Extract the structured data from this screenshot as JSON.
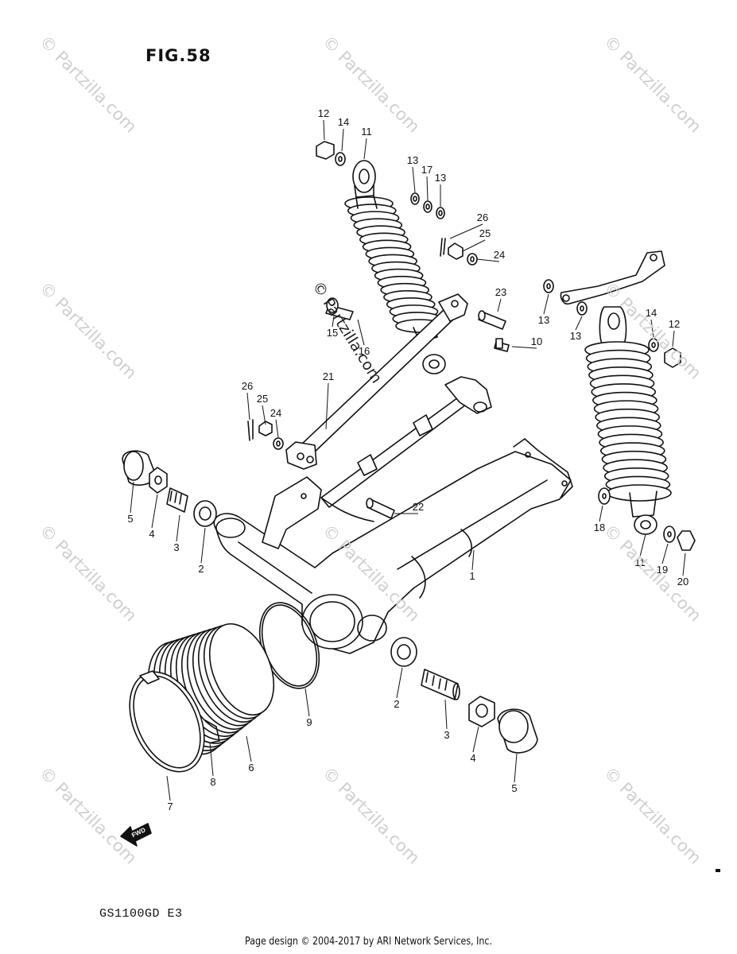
{
  "figure": {
    "title": "FIG.58"
  },
  "model_code": "GS1100GD E3",
  "footer": "Page design © 2004-2017 by ARI Network Services, Inc.",
  "watermark": {
    "text": "© Partzilla.com"
  },
  "direction_marker": {
    "text": "FWD"
  },
  "callouts": [
    "1",
    "2",
    "2",
    "3",
    "3",
    "4",
    "4",
    "5",
    "5",
    "6",
    "7",
    "8",
    "9",
    "10",
    "11",
    "11",
    "12",
    "12",
    "13",
    "13",
    "13",
    "13",
    "14",
    "14",
    "15",
    "16",
    "17",
    "18",
    "19",
    "20",
    "21",
    "22",
    "23",
    "24",
    "24",
    "25",
    "25",
    "26",
    "26"
  ]
}
